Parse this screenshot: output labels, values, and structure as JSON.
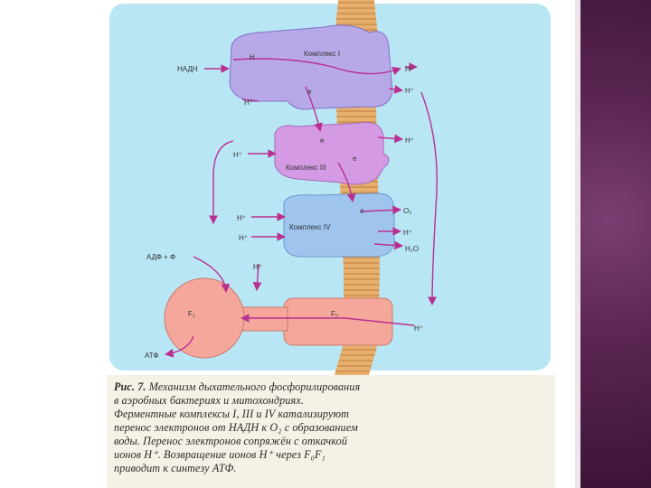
{
  "diagram": {
    "complex_1": "Комплекс I",
    "complex_3": "Комплекс III",
    "complex_4": "Комплекс IV",
    "f0": "F₀",
    "f1": "F₁",
    "nadh": "НАДН",
    "adp": "АДФ + Ф",
    "atp": "АТФ",
    "o2": "O₂",
    "h2o": "H₂O",
    "h_plus": "H⁺",
    "h": "H",
    "electron": "e"
  },
  "caption": {
    "label": "Рис. 7.",
    "line1": "Механизм дыхательного фосфорилирования",
    "line2": "в аэробных бактериях и митохондриях.",
    "line3": "Ферментные комплексы I, III и IV катализируют",
    "line4": "перенос электронов от НАДН к O₂ с образованием",
    "line5": "воды. Перенос электронов сопряжён с откачкой",
    "line6": "ионов H⁺. Возвращение ионов H⁺ через F₀F₁",
    "line7": "приводит к синтезу АТФ."
  },
  "colors": {
    "background": "#b9e6f5",
    "membrane": "#e8b06e",
    "complex_1": "#b7a9e8",
    "complex_3": "#d59ae4",
    "complex_4": "#9fc5ef",
    "atp_synthase": "#f4a79a",
    "arrow": "#b8308f"
  }
}
